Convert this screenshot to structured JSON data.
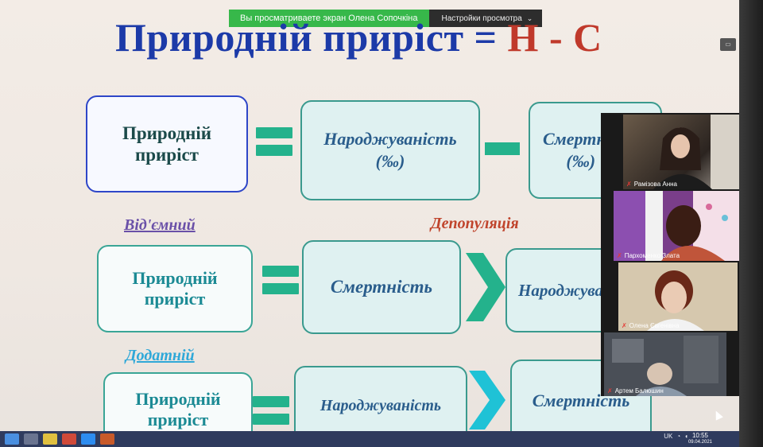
{
  "zoom_bar": {
    "sharing_text": "Вы просматриваете экран Олена Сопочкіна",
    "settings_label": "Настройки просмотра",
    "settings_chevron": "⌄"
  },
  "slide": {
    "title_main": "Природній приріст = ",
    "title_formula": "Н - С",
    "row1": {
      "left_box": "Природній\nприріст",
      "mid_box": "Народжуваність\n(‰)",
      "right_box": "Смертніс\n(‰)"
    },
    "negative_label": "Від'ємний",
    "depopulation_label": "Депопуляція",
    "row2": {
      "left_box": "Природній\nприріст",
      "mid_box": "Смертність",
      "right_box": "Народжува"
    },
    "positive_label": "Додатній",
    "row3": {
      "left_box": "Природній\nприріст",
      "mid_box": "Народжуваність",
      "right_box": "Смертність"
    }
  },
  "participants": [
    {
      "name": "Рамізова Анна"
    },
    {
      "name": "Пархоменко Злата"
    },
    {
      "name": "Олена Євгенівна"
    },
    {
      "name": "Артем Балюшин"
    }
  ],
  "taskbar": {
    "lang": "UK",
    "time": "10:55",
    "date": "09.04.2021"
  },
  "colors": {
    "title_blue": "#1c3aa8",
    "formula_red": "#c0392b",
    "accent_green": "#24b28c",
    "share_green": "#37b84a"
  }
}
